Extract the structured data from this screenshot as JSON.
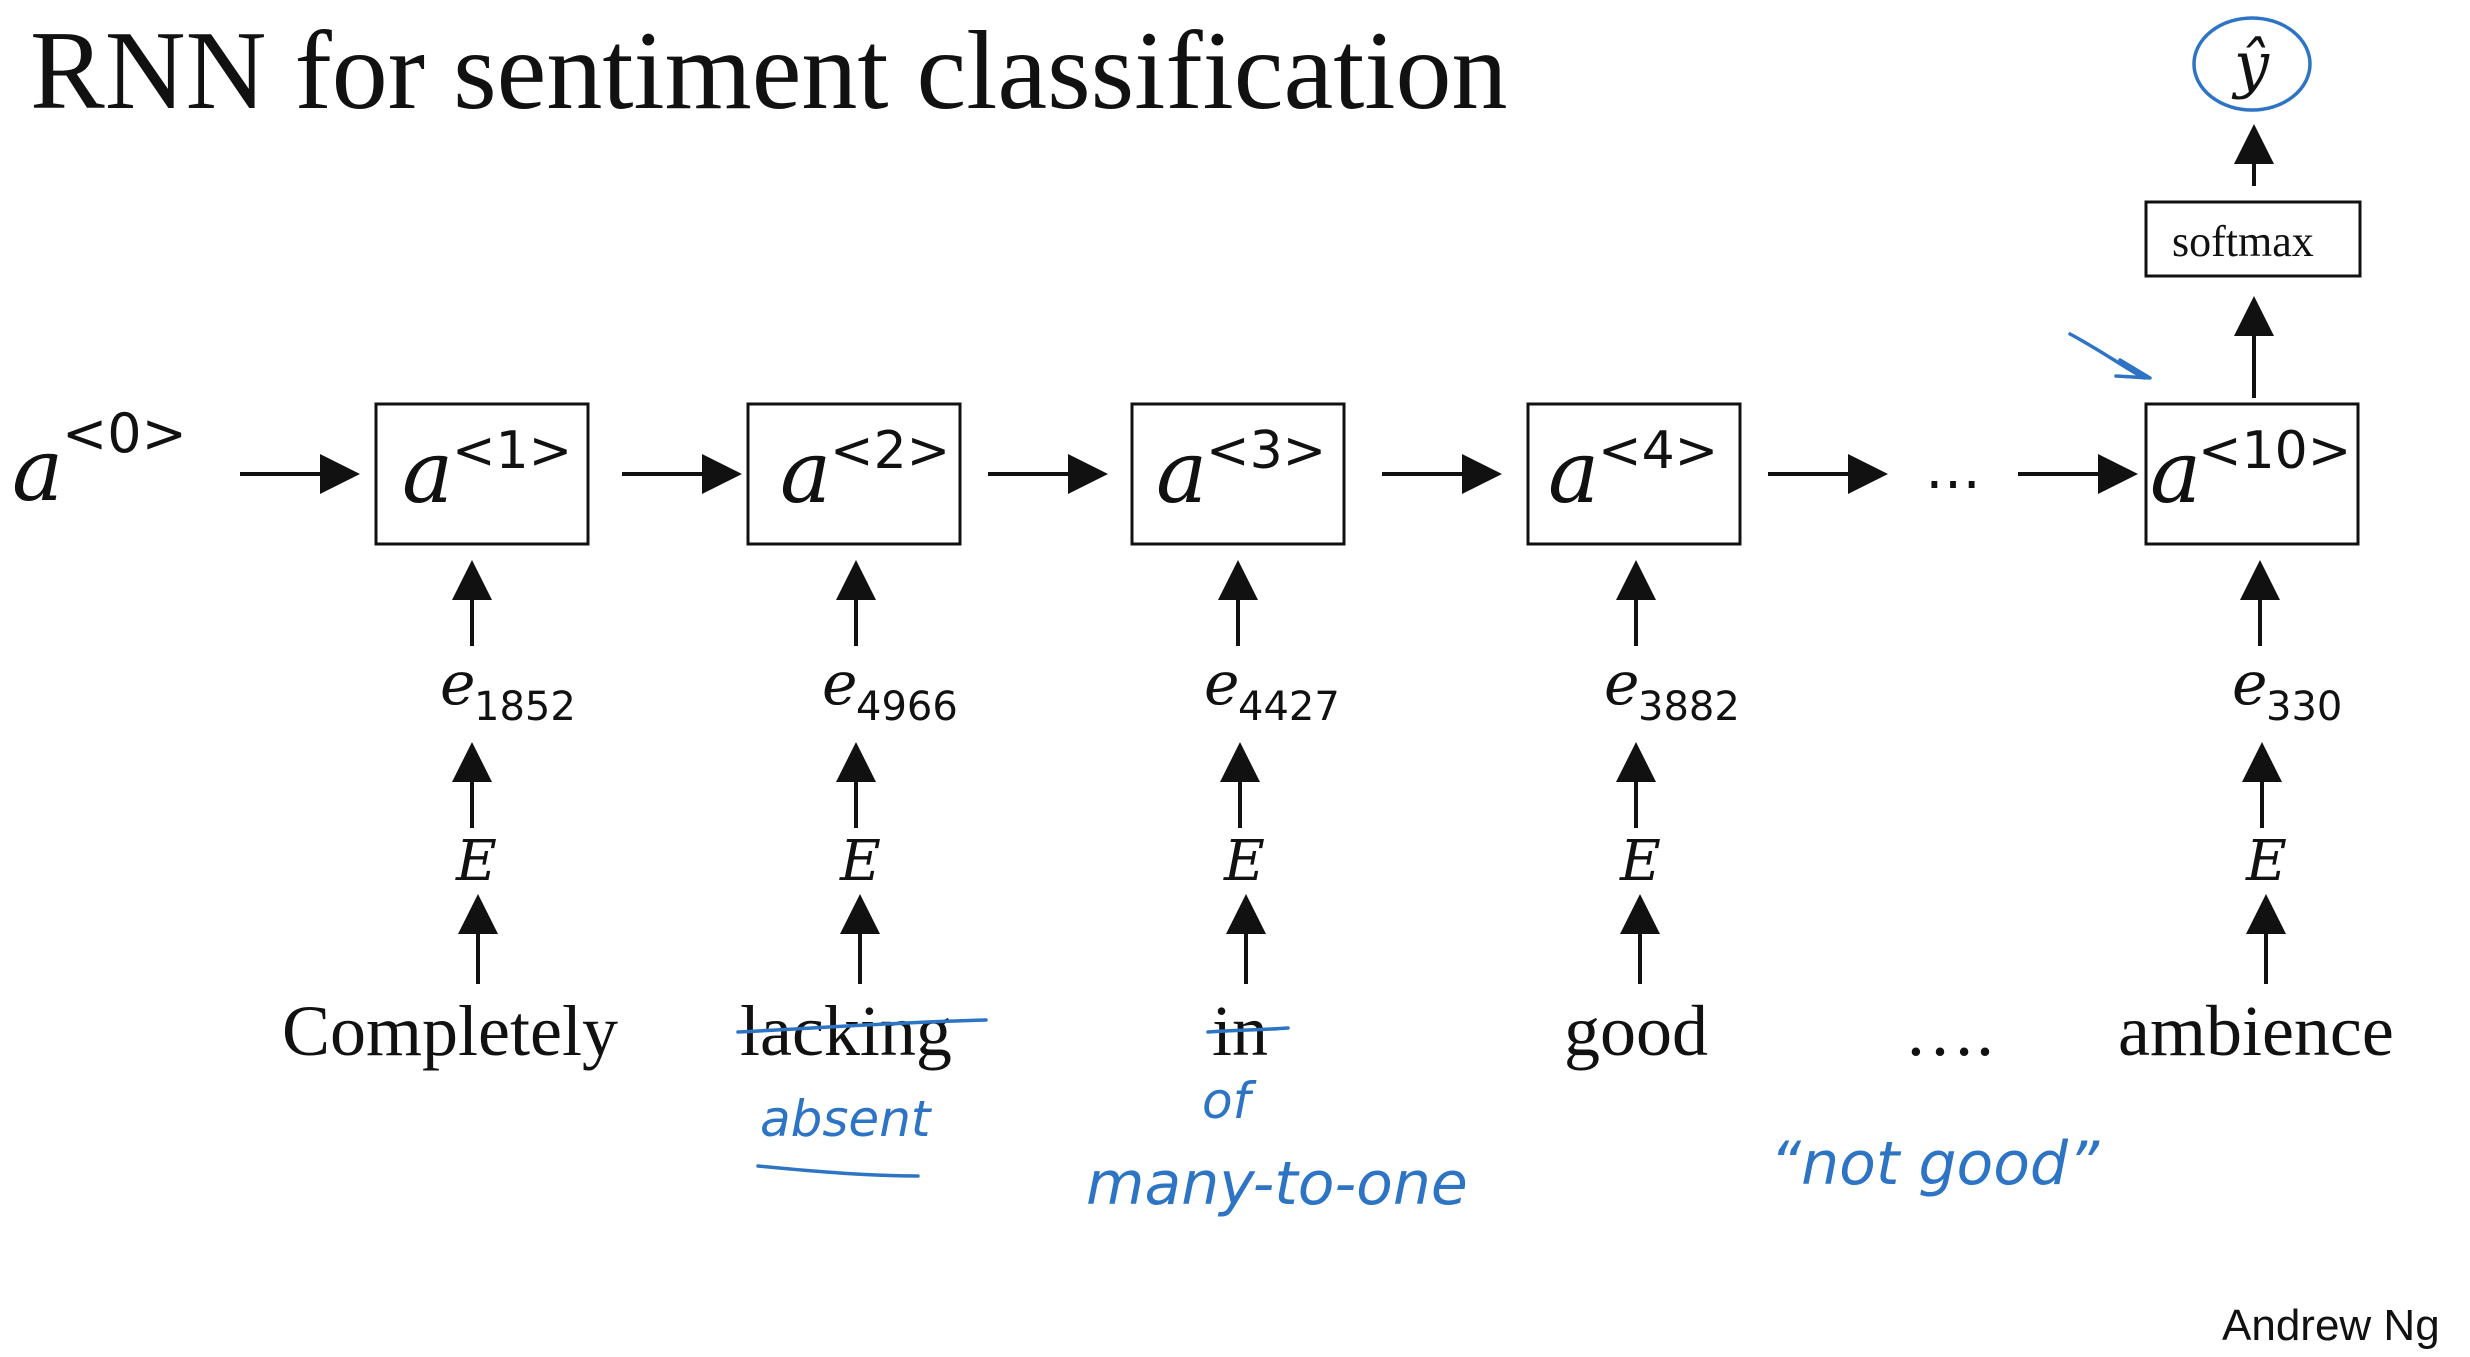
{
  "title": "RNN for sentiment classification",
  "initial_state": {
    "base": "a",
    "sup": "<0>"
  },
  "steps": [
    {
      "state_base": "a",
      "state_sup": "<1>",
      "emb_base": "e",
      "emb_sub": "1852",
      "matrix": "E",
      "word": "Completely",
      "struck": false
    },
    {
      "state_base": "a",
      "state_sup": "<2>",
      "emb_base": "e",
      "emb_sub": "4966",
      "matrix": "E",
      "word": "lacking",
      "struck": true
    },
    {
      "state_base": "a",
      "state_sup": "<3>",
      "emb_base": "e",
      "emb_sub": "4427",
      "matrix": "E",
      "word": "in",
      "struck": true
    },
    {
      "state_base": "a",
      "state_sup": "<4>",
      "emb_base": "e",
      "emb_sub": "3882",
      "matrix": "E",
      "word": "good",
      "struck": false
    },
    {
      "state_base": "a",
      "state_sup": "<10>",
      "emb_base": "e",
      "emb_sub": "330",
      "matrix": "E",
      "word": "ambience",
      "struck": false
    }
  ],
  "ellipsis_chain": "…",
  "ellipsis_words": "….",
  "softmax_label": "softmax",
  "output": {
    "label": "ŷ",
    "circled": true
  },
  "annotations": {
    "under_lacking": "absent",
    "under_in": "of",
    "architecture": "many-to-one",
    "quote": "“not good”"
  },
  "credit": "Andrew Ng",
  "colors": {
    "ink": "#2d74c4",
    "text": "#111111"
  }
}
